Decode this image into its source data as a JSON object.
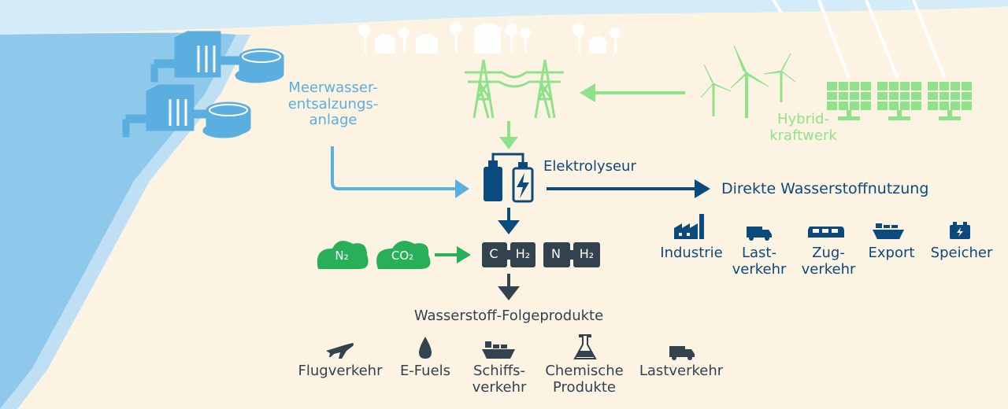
{
  "desalination_label": [
    "Meerwasser-",
    "entsalzungs-",
    "anlage"
  ],
  "hybrid_label": [
    "Hybrid-",
    "kraftwerk"
  ],
  "electrolyser_label": "Elektrolyseur",
  "direct_use_label": "Direkte Wasserstoffnutzung",
  "direct_uses": [
    {
      "label": [
        "Industrie"
      ],
      "icon": "factory-icon"
    },
    {
      "label": [
        "Last-",
        "verkehr"
      ],
      "icon": "truck-icon"
    },
    {
      "label": [
        "Zug-",
        "verkehr"
      ],
      "icon": "train-icon"
    },
    {
      "label": [
        "Export"
      ],
      "icon": "ship-icon"
    },
    {
      "label": [
        "Speicher"
      ],
      "icon": "battery-icon"
    }
  ],
  "clouds": [
    {
      "label": "N₂"
    },
    {
      "label": "CO₂"
    }
  ],
  "molecules": [
    {
      "left": "C",
      "right": "H₂"
    },
    {
      "left": "N",
      "right": "H₂"
    }
  ],
  "products_label": "Wasserstoff-Folgeprodukte",
  "products": [
    {
      "label": [
        "Flugverkehr"
      ],
      "icon": "airplane-icon"
    },
    {
      "label": [
        "E-Fuels"
      ],
      "icon": "fuel-drop-icon"
    },
    {
      "label": [
        "Schiffs-",
        "verkehr"
      ],
      "icon": "ship-icon"
    },
    {
      "label": [
        "Chemische",
        "Produkte"
      ],
      "icon": "flask-icon"
    },
    {
      "label": [
        "Lastverkehr"
      ],
      "icon": "truck-icon"
    }
  ],
  "colors": {
    "sea": "#8ec9ec",
    "sand": "#fdf3e3",
    "desal_blue": "#5aaee0",
    "renewable_green": "#8ee38a",
    "navy": "#0b4a7c",
    "cloud_green": "#27b058",
    "dark_gray": "#33424f"
  }
}
